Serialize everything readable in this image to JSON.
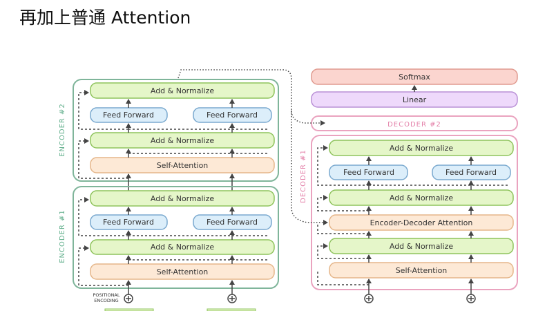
{
  "title": "再加上普通 Attention",
  "colors": {
    "encoder_border": "#7fb59a",
    "decoder_border": "#eaa3bf",
    "add_norm_fill": "#e5f6c9",
    "add_norm_stroke": "#8ec35c",
    "ffn_fill": "#dceefa",
    "ffn_stroke": "#7aa9cf",
    "attn_fill": "#fde9d6",
    "attn_stroke": "#e5b68a",
    "linear_fill": "#eed9fb",
    "linear_stroke": "#b98fd6",
    "softmax_fill": "#fbd5cf",
    "softmax_stroke": "#e09a8f",
    "encoder_label": "#5fae8a",
    "decoder_label": "#e37fa8",
    "arrow": "#444444"
  },
  "encoder2": {
    "label": "ENCODER #2",
    "add_norm_top": "Add & Normalize",
    "ffn_left": "Feed Forward",
    "ffn_right": "Feed Forward",
    "add_norm_bottom": "Add & Normalize",
    "self_attention": "Self-Attention"
  },
  "encoder1": {
    "label": "ENCODER #1",
    "add_norm_top": "Add & Normalize",
    "ffn_left": "Feed Forward",
    "ffn_right": "Feed Forward",
    "add_norm_bottom": "Add & Normalize",
    "self_attention": "Self-Attention"
  },
  "decoder_top": {
    "softmax": "Softmax",
    "linear": "Linear",
    "decoder2_label": "DECODER #2"
  },
  "decoder1": {
    "label": "DECODER #1",
    "add_norm_top": "Add & Normalize",
    "ffn_left": "Feed Forward",
    "ffn_right": "Feed Forward",
    "add_norm_mid": "Add & Normalize",
    "enc_dec_attention": "Encoder-Decoder Attention",
    "add_norm_bottom": "Add & Normalize",
    "self_attention": "Self-Attention"
  },
  "positional": {
    "line1": "POSITIONAL",
    "line2": "ENCODING"
  }
}
